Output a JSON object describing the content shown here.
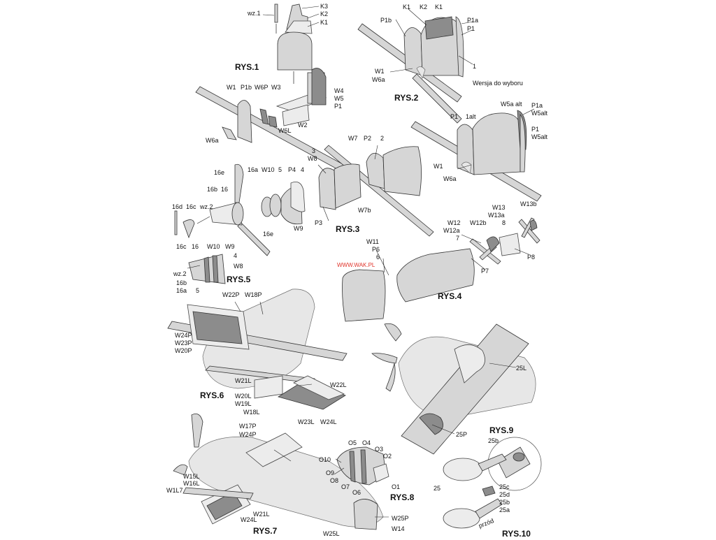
{
  "figures": {
    "rys1": "RYS.1",
    "rys2": "RYS.2",
    "rys3": "RYS.3",
    "rys4": "RYS.4",
    "rys5": "RYS.5",
    "rys6": "RYS.6",
    "rys7": "RYS.7",
    "rys8": "RYS.8",
    "rys9": "RYS.9",
    "rys10": "RYS.10"
  },
  "notes": {
    "alt_version": "Wersja do wyboru",
    "website": "WWW.WAK.PL",
    "forward": "przód"
  },
  "labels": {
    "r1": [
      "wz.1",
      "K3",
      "K2",
      "K1",
      "W1",
      "P1b",
      "W6P",
      "W3",
      "W4",
      "W5",
      "P1",
      "W2",
      "W6L",
      "W6a"
    ],
    "r2": [
      "K1",
      "K2",
      "K1",
      "P1b",
      "P1a",
      "P1",
      "1",
      "W1",
      "W6a"
    ],
    "r2alt": [
      "W5a alt",
      "P1a",
      "W5alt",
      "P1",
      "1alt",
      "P1",
      "W5alt",
      "W1",
      "W6a"
    ],
    "r3": [
      "W7",
      "P2",
      "2",
      "3",
      "W8",
      "P3",
      "W7b"
    ],
    "r3prop": [
      "16e",
      "16a",
      "W10",
      "5",
      "P4",
      "4",
      "16",
      "16b",
      "16c",
      "wz.2",
      "16d",
      "W9",
      "16e"
    ],
    "r5": [
      "16c",
      "16",
      "W10",
      "W9",
      "4",
      "W8",
      "wz.2",
      "16b",
      "16a",
      "5"
    ],
    "r4": [
      "W11",
      "P6",
      "6",
      "P7"
    ],
    "r4tail": [
      "W13",
      "W13b",
      "W13a",
      "W12",
      "W12b",
      "W12a",
      "8",
      "7",
      "P8"
    ],
    "r6": [
      "W22P",
      "W18P",
      "W24P",
      "W23P",
      "W20P",
      "W21L",
      "W22L",
      "W20L",
      "W19L",
      "W18L",
      "W23L",
      "W24L"
    ],
    "r7": [
      "W17P",
      "W24P",
      "O10",
      "W15L",
      "W16L",
      "W1L7",
      "W21L",
      "W24L",
      "W25P",
      "W25L",
      "W14"
    ],
    "r8": [
      "O5",
      "O4",
      "O3",
      "O2",
      "O9",
      "O8",
      "O7",
      "O6",
      "O1"
    ],
    "r9": [
      "25L",
      "25P"
    ],
    "r10": [
      "25b",
      "25",
      "25c",
      "25d",
      "25b",
      "25a"
    ]
  }
}
